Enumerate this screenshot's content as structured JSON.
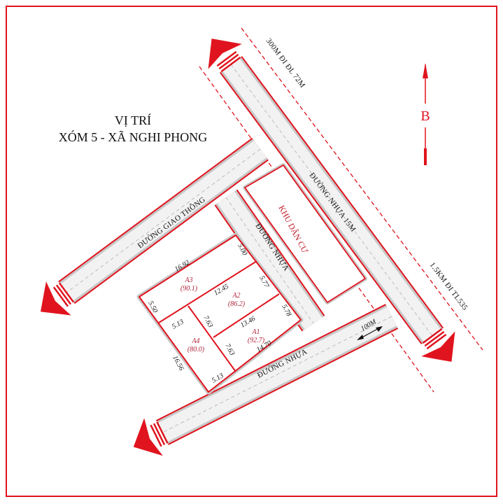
{
  "title": {
    "line1": "VỊ TRÍ",
    "line2": "XÓM 5 - XÃ NGHI PHONG"
  },
  "north": {
    "label": "B"
  },
  "roads": {
    "main_road": "ĐƯỜNG NHỰA 15M",
    "to_north": "300M ĐI ĐL 72M",
    "to_south": "1.5KM ĐI TL535",
    "branch_upper": "ĐƯỜNG GIAO THÔNG",
    "branch_middle": "ĐƯỜNG NHỰA",
    "branch_lower": "ĐƯỜNG NHỰA"
  },
  "residential_area": "KHU DÂN CƯ",
  "scale_label": "100M",
  "lots": [
    {
      "name": "A1",
      "area": "(92.7)"
    },
    {
      "name": "A2",
      "area": "(86.2)"
    },
    {
      "name": "A3",
      "area": "(90.1)"
    },
    {
      "name": "A4",
      "area": "(80.0)"
    }
  ],
  "dimensions": {
    "a3_top": "16.92",
    "a3_right": "5.00",
    "a3_left": "5.50",
    "a2_top": "12.45",
    "a2_right": "5.77",
    "a2_left": "7.63",
    "a1_top": "13.46",
    "a1_right": "5.78",
    "a1_bottom": "14.70",
    "a1_left": "7.63",
    "a4_top": "5.13",
    "a4_left": "16.56",
    "a4_bottom": "5.13"
  },
  "colors": {
    "line": "#e0141e",
    "road_fill": "#f2f2f2",
    "road_edge": "#c8c8c8",
    "lot_text": "#b0223a"
  }
}
